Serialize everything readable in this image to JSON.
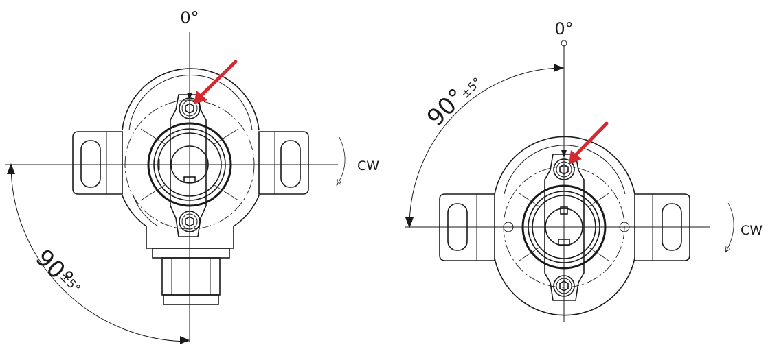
{
  "left_view": {
    "zero_label": "0°",
    "angle_label": "90°",
    "tolerance_label": "±5°",
    "rotation_label": "CW"
  },
  "right_view": {
    "zero_label": "0°",
    "angle_label": "90°",
    "tolerance_label": "±5°",
    "rotation_label": "CW"
  },
  "colors": {
    "line": "#1a1a1a",
    "indicator_arrow": "#d42a2f",
    "background": "#ffffff"
  }
}
